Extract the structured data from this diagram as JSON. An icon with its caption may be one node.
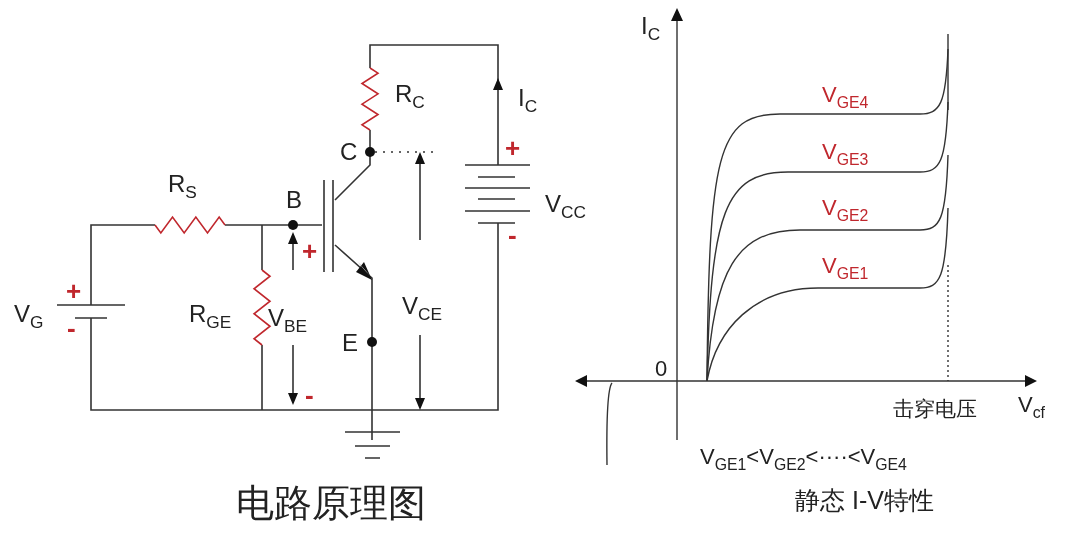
{
  "diagram": {
    "labels": [
      "I$_{C}$",
      "R$_{C}$",
      "I$_{C}$",
      "V$_{GE4}$",
      "C",
      "+",
      "V$_{GE3}$",
      "R$_{S}$",
      "B",
      "V$_{CC}$",
      "V$_{GE2}$",
      "+",
      "-",
      "V$_{GE1}$",
      "+",
      "V$_{G}$",
      "R$_{GE}$",
      "V$_{BE}$",
      "V$_{CE}$",
      "-",
      "E",
      "0",
      "-",
      "击穿电压",
      "V$_{cf}$",
      "V$_{GE1}$<V$_{GE2}$<····<V$_{GE4}$",
      "电路原理图",
      "静态 I-V特性"
    ]
  }
}
